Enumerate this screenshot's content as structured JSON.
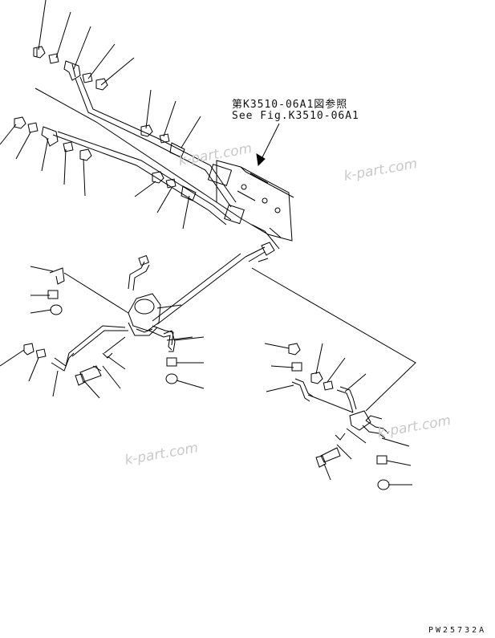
{
  "reference": {
    "jp": "第K3510-06A1図参照",
    "en": "See Fig.K3510-06A1"
  },
  "watermark": "k-part.com",
  "part_code": "PW25732A"
}
